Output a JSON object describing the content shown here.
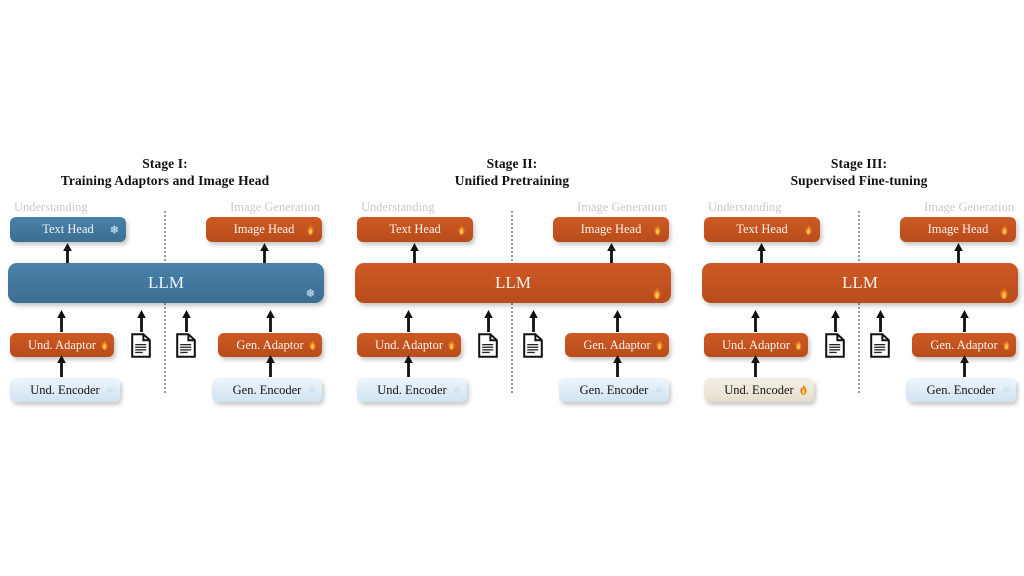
{
  "figure": {
    "background": "#ffffff",
    "colors": {
      "trainable_orange": "#c2521f",
      "frozen_blue": "#42769c",
      "frozen_encoder_lightblue": "#dceaf6",
      "trainable_encoder_beige": "#ece6d7",
      "caption_gray": "#c9c9c9",
      "divider_gray": "#9a9a9a",
      "arrow_black": "#111111",
      "title_black": "#111111"
    },
    "legend_semantics": {
      "snowflake": "frozen / not trained",
      "flame": "trainable / being trained"
    }
  },
  "stages": [
    {
      "id": "stage-1",
      "title_line1": "Stage I:",
      "title_line2": "Training Adaptors and Image Head",
      "caption_left": "Understanding",
      "caption_right": "Image Generation",
      "text_head": {
        "label": "Text Head",
        "state": "frozen",
        "icon": "snowflake-icon",
        "style": "blue"
      },
      "image_head": {
        "label": "Image Head",
        "state": "trainable",
        "icon": "flame-icon",
        "style": "orange"
      },
      "llm": {
        "label": "LLM",
        "state": "frozen",
        "icon": "snowflake-icon",
        "style": "blue"
      },
      "und_adaptor": {
        "label": "Und. Adaptor",
        "state": "trainable",
        "icon": "flame-icon",
        "style": "orange"
      },
      "gen_adaptor": {
        "label": "Gen. Adaptor",
        "state": "trainable",
        "icon": "flame-icon",
        "style": "orange"
      },
      "und_encoder": {
        "label": "Und. Encoder",
        "state": "frozen",
        "icon": "snowflake-icon",
        "style": "lightblue"
      },
      "gen_encoder": {
        "label": "Gen. Encoder",
        "state": "frozen",
        "icon": "snowflake-icon",
        "style": "lightblue"
      }
    },
    {
      "id": "stage-2",
      "title_line1": "Stage II:",
      "title_line2": "Unified Pretraining",
      "caption_left": "Understanding",
      "caption_right": "Image Generation",
      "text_head": {
        "label": "Text Head",
        "state": "trainable",
        "icon": "flame-icon",
        "style": "orange"
      },
      "image_head": {
        "label": "Image Head",
        "state": "trainable",
        "icon": "flame-icon",
        "style": "orange"
      },
      "llm": {
        "label": "LLM",
        "state": "trainable",
        "icon": "flame-icon",
        "style": "orange"
      },
      "und_adaptor": {
        "label": "Und. Adaptor",
        "state": "trainable",
        "icon": "flame-icon",
        "style": "orange"
      },
      "gen_adaptor": {
        "label": "Gen. Adaptor",
        "state": "trainable",
        "icon": "flame-icon",
        "style": "orange"
      },
      "und_encoder": {
        "label": "Und. Encoder",
        "state": "frozen",
        "icon": "snowflake-icon",
        "style": "lightblue"
      },
      "gen_encoder": {
        "label": "Gen. Encoder",
        "state": "frozen",
        "icon": "snowflake-icon",
        "style": "lightblue"
      }
    },
    {
      "id": "stage-3",
      "title_line1": "Stage III:",
      "title_line2": "Supervised Fine-tuning",
      "caption_left": "Understanding",
      "caption_right": "Image Generation",
      "text_head": {
        "label": "Text Head",
        "state": "trainable",
        "icon": "flame-icon",
        "style": "orange"
      },
      "image_head": {
        "label": "Image Head",
        "state": "trainable",
        "icon": "flame-icon",
        "style": "orange"
      },
      "llm": {
        "label": "LLM",
        "state": "trainable",
        "icon": "flame-icon",
        "style": "orange"
      },
      "und_adaptor": {
        "label": "Und. Adaptor",
        "state": "trainable",
        "icon": "flame-icon",
        "style": "orange"
      },
      "gen_adaptor": {
        "label": "Gen. Adaptor",
        "state": "trainable",
        "icon": "flame-icon",
        "style": "orange"
      },
      "und_encoder": {
        "label": "Und. Encoder",
        "state": "trainable",
        "icon": "flame-icon",
        "style": "beige"
      },
      "gen_encoder": {
        "label": "Gen. Encoder",
        "state": "frozen",
        "icon": "snowflake-icon",
        "style": "lightblue"
      }
    }
  ]
}
